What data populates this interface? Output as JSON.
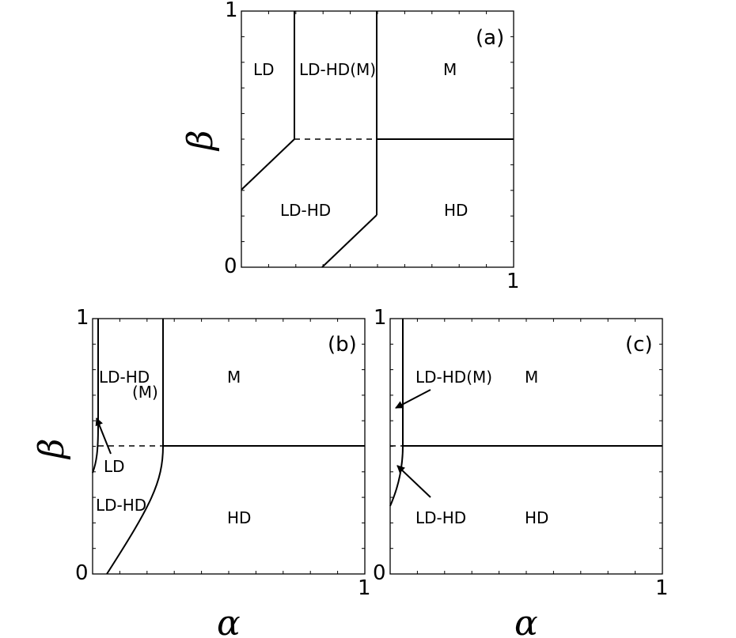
{
  "axes": {
    "x_symbol": "α",
    "y_symbol": "β",
    "tick_min": "0",
    "tick_max": "1"
  },
  "panels": {
    "a": {
      "label": "(a)",
      "regions": [
        "LD",
        "LD-HD(M)",
        "M",
        "LD-HD",
        "HD"
      ]
    },
    "b": {
      "label": "(b)",
      "regions": [
        "LD-HD",
        "(M)",
        "M",
        "LD",
        "LD-HD",
        "HD"
      ]
    },
    "c": {
      "label": "(c)",
      "regions": [
        "LD-HD(M)",
        "M",
        "LD-HD",
        "HD"
      ]
    }
  }
}
